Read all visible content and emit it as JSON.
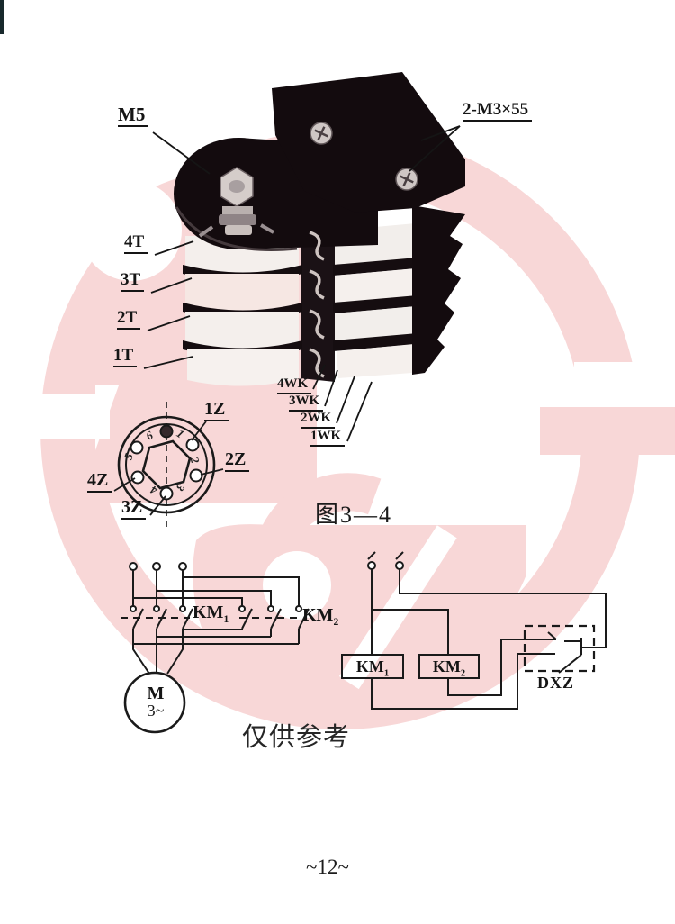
{
  "page": {
    "figure_caption": "图3—4",
    "reference_note": "仅供参考",
    "page_number": "~12~"
  },
  "colors": {
    "watermark_pink": "#f8d7d7",
    "ink": "#1a1a1a",
    "photo_black": "#140c0f",
    "insulator_white": "#f4efec"
  },
  "photo_labels": {
    "bolt": "M5",
    "screws": "2-M3×55",
    "left_terminals": [
      "4T",
      "3T",
      "2T",
      "1T"
    ],
    "right_terminals": [
      "4WK",
      "3WK",
      "2WK",
      "1WK"
    ]
  },
  "rotary": {
    "labels": [
      "1Z",
      "2Z",
      "3Z",
      "4Z"
    ],
    "digits": [
      "1",
      "2",
      "3",
      "4",
      "5",
      "6"
    ]
  },
  "circuit_left": {
    "km1": {
      "base": "KM",
      "sub": "1"
    },
    "km2": {
      "base": "KM",
      "sub": "2"
    },
    "motor_letter": "M",
    "motor_phase": "3~"
  },
  "circuit_right": {
    "km1_box": {
      "base": "KM",
      "sub": "1"
    },
    "km2_box": {
      "base": "KM",
      "sub": "2"
    },
    "limit_switch": "DXZ"
  }
}
